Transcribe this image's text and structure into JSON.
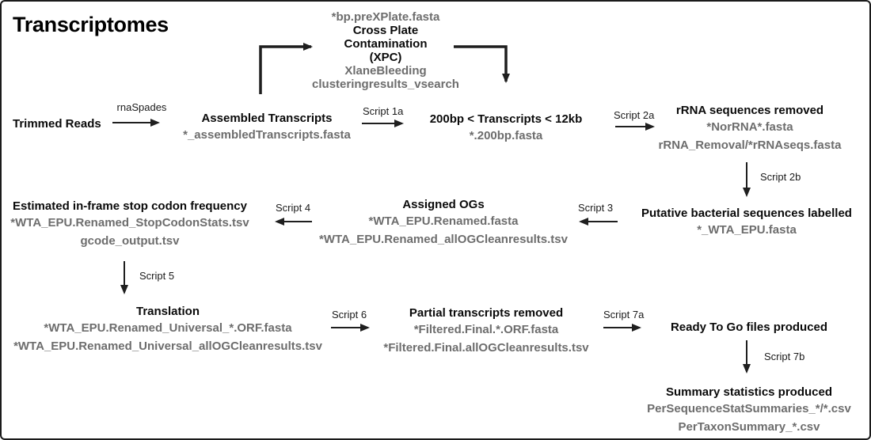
{
  "title": "Transcriptomes",
  "colors": {
    "heading_text": "#0a0a0a",
    "file_text": "#6d6d6d",
    "arrow": "#1f1f1f",
    "background": "#ffffff",
    "border": "#1a1a1a"
  },
  "nodes": {
    "trimmed_reads": {
      "title": "Trimmed Reads",
      "files": []
    },
    "assembled_transcripts": {
      "title": "Assembled Transcripts",
      "files": [
        "*_assembledTranscripts.fasta"
      ]
    },
    "cross_plate_contamination": {
      "pre_file": "*bp.preXPlate.fasta",
      "title": "Cross Plate\nContamination\n(XPC)",
      "files": [
        "XlaneBleeding",
        "clusteringresults_vsearch"
      ]
    },
    "size_filtered": {
      "title": "200bp < Transcripts < 12kb",
      "files": [
        "*.200bp.fasta"
      ]
    },
    "rrna_removed": {
      "title": "rRNA sequences removed",
      "files": [
        "*NorRNA*.fasta",
        "rRNA_Removal/*rRNAseqs.fasta"
      ]
    },
    "bacterial_labelled": {
      "title": "Putative bacterial sequences labelled",
      "files": [
        "*_WTA_EPU.fasta"
      ]
    },
    "assigned_ogs": {
      "title": "Assigned OGs",
      "files": [
        "*WTA_EPU.Renamed.fasta",
        "*WTA_EPU.Renamed_allOGCleanresults.tsv"
      ]
    },
    "stop_codon_frequency": {
      "title": "Estimated in-frame stop codon frequency",
      "files": [
        "*WTA_EPU.Renamed_StopCodonStats.tsv",
        "gcode_output.tsv"
      ]
    },
    "translation": {
      "title": "Translation",
      "files": [
        "*WTA_EPU.Renamed_Universal_*.ORF.fasta",
        "*WTA_EPU.Renamed_Universal_allOGCleanresults.tsv"
      ]
    },
    "partial_transcripts_removed": {
      "title": "Partial transcripts removed",
      "files": [
        "*Filtered.Final.*.ORF.fasta",
        "*Filtered.Final.allOGCleanresults.tsv"
      ]
    },
    "ready_to_go": {
      "title": "Ready To Go files produced",
      "files": []
    },
    "summary_statistics": {
      "title": "Summary statistics produced",
      "files": [
        "PerSequenceStatSummaries_*/*.csv",
        "PerTaxonSummary_*.csv"
      ]
    }
  },
  "arrow_labels": {
    "rnaspades": "rnaSpades",
    "script_1a": "Script 1a",
    "script_2a": "Script 2a",
    "script_2b": "Script 2b",
    "script_3": "Script 3",
    "script_4": "Script 4",
    "script_5": "Script 5",
    "script_6": "Script 6",
    "script_7a": "Script 7a",
    "script_7b": "Script 7b"
  }
}
